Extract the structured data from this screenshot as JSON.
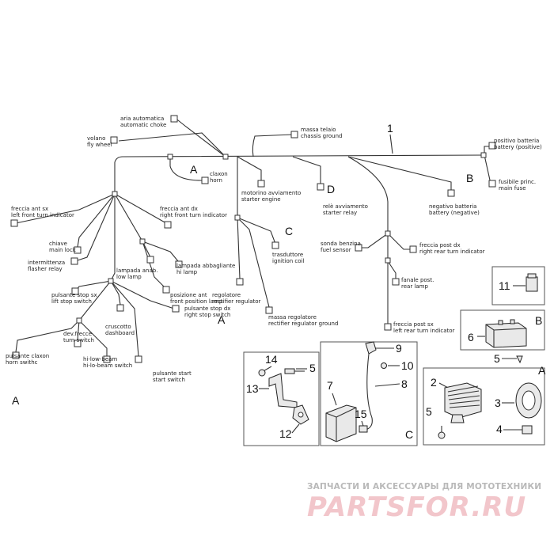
{
  "labels": {
    "aria_automatica": [
      "aria automatica",
      "automatic choke"
    ],
    "volano": [
      "volano",
      "fly wheel"
    ],
    "massa_telaio": [
      "massa telaio",
      "chassis ground"
    ],
    "ref_1": "1",
    "positivo_batteria": [
      "positivo batteria",
      "battery (positive)"
    ],
    "ref_A_top": "A",
    "claxon": [
      "claxon",
      "horn"
    ],
    "fusibile": [
      "fusibile princ.",
      "main fuse"
    ],
    "ref_B_top": "B",
    "motorino": [
      "motorino avviamento",
      "starter engine"
    ],
    "ref_D": "D",
    "rele": [
      "relè avviamento",
      "starter relay"
    ],
    "negativo_batteria": [
      "negativo batteria",
      "battery (negative)"
    ],
    "freccia_ant_sx": [
      "freccia ant sx",
      "left front turn indicator"
    ],
    "freccia_ant_dx": [
      "freccia ant dx",
      "right front turn indicator"
    ],
    "ref_C": "C",
    "trasduttore": [
      "trasduttore",
      "ignition coil"
    ],
    "sonda_benzina": [
      "sonda benzina",
      "fuel sensor"
    ],
    "freccia_post_dx": [
      "freccia post dx",
      "right rear turn indicator"
    ],
    "chiave": [
      "chiave",
      "main lock"
    ],
    "intermittenza": [
      "intermittenza",
      "flasher relay"
    ],
    "lampada_anab": [
      "lampada anab.",
      "low lamp"
    ],
    "lampada_abbagliante": [
      "lampada abbagliante",
      "hi lamp"
    ],
    "fanale_post": [
      "fanale post.",
      "rear lamp"
    ],
    "pulsante_stop_sx": [
      "pulsante stop sx",
      "lift stop switch"
    ],
    "posizione_ant": [
      "posizione ant",
      "front position lamp"
    ],
    "regolatore": [
      "regolatore",
      "rectifier regulator"
    ],
    "cruscotto": [
      "cruscotto",
      "dashboard"
    ],
    "pulsante_stop_dx": [
      "pulsante stop dx",
      "right stop switch"
    ],
    "ref_A_mid": "A",
    "massa_regolatore": [
      "massa regolatore",
      "rectifier regulator ground"
    ],
    "freccia_post_sx": [
      "freccia post sx",
      "left rear turn indicator"
    ],
    "dev_frecce": [
      "dev.frecce",
      "turn switch"
    ],
    "hi_lo_beam": [
      "hi-low-beam",
      "hi-lo-beam switch"
    ],
    "pulsante_claxon": [
      "pulsante claxon",
      "horn swithc"
    ],
    "pulsante_start": [
      "pulsante start",
      "start switch"
    ],
    "ref_A_bottom": "A"
  },
  "callouts": {
    "n14": "14",
    "n5a": "5",
    "n13": "13",
    "n12": "12",
    "n9": "9",
    "n10": "10",
    "n7": "7",
    "n8": "8",
    "n15": "15",
    "box_C": "C",
    "n11": "11",
    "n6": "6",
    "box_B": "B",
    "box_A": "A",
    "n2": "2",
    "n5b": "5",
    "n3": "3",
    "n4": "4",
    "n5c": "5"
  },
  "watermark": {
    "caption": "ЗАПЧАСТИ И АКСЕССУАРЫ ДЛЯ МОТОТЕХНИКИ",
    "logo": "PARTSFOR.RU"
  }
}
